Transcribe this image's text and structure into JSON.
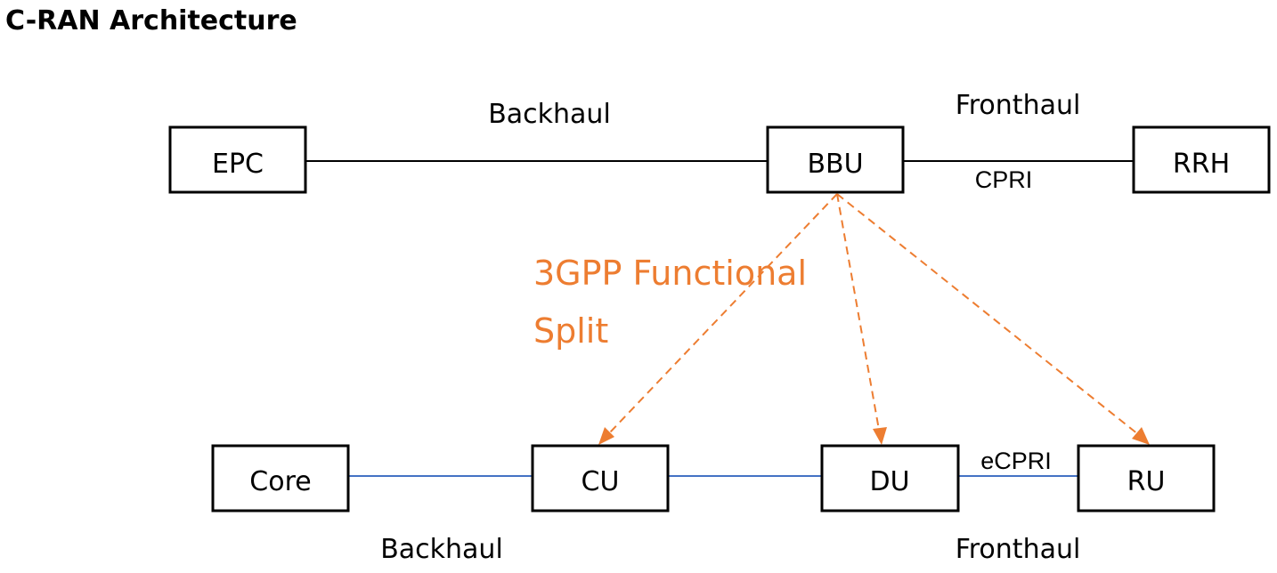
{
  "title": "C-RAN Architecture",
  "colors": {
    "box_border": "#000000",
    "top_link": "#000000",
    "bottom_link": "#4472C4",
    "split_accent": "#ED7D31",
    "background": "#ffffff"
  },
  "top_row": {
    "nodes": {
      "epc": "EPC",
      "bbu": "BBU",
      "rrh": "RRH"
    },
    "links": {
      "backhaul": "Backhaul",
      "fronthaul": "Fronthaul",
      "interface": "CPRI"
    }
  },
  "split": {
    "line1": "3GPP Functional",
    "line2": "Split"
  },
  "bottom_row": {
    "nodes": {
      "core": "Core",
      "cu": "CU",
      "du": "DU",
      "ru": "RU"
    },
    "links": {
      "backhaul": "Backhaul",
      "fronthaul": "Fronthaul",
      "interface": "eCPRI"
    }
  }
}
